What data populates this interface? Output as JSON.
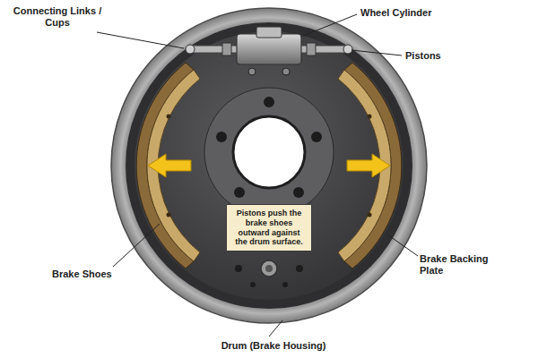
{
  "diagram": {
    "nodes": [
      {
        "text": [
          "Pistons push the brake shoes outward against the drum surface."
        ]
      }
    ],
    "labels": [
      "Connecting Links / Cups",
      "Wheel Cylinder",
      "Pistons",
      "Brake Shoes",
      "Brake Backing Plate",
      "Drum (Brake Housing)"
    ]
  }
}
